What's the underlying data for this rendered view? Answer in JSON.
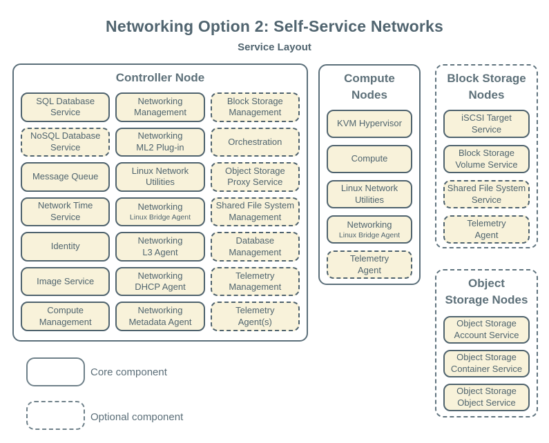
{
  "title": "Networking Option 2: Self-Service Networks",
  "subtitle": "Service Layout",
  "colors": {
    "background": "#ffffff",
    "service_fill": "#f8f2da",
    "service_border": "#4e626d",
    "group_border": "#5a6e79",
    "text": "#4f646e"
  },
  "legend": {
    "core_label": "Core component",
    "optional_label": "Optional component"
  },
  "groups": {
    "controller": {
      "title": "Controller Node",
      "type": "core",
      "services": [
        {
          "label": "SQL Database\nService",
          "type": "core"
        },
        {
          "label": "Networking\nManagement",
          "type": "core"
        },
        {
          "label": "Block Storage\nManagement",
          "type": "optional"
        },
        {
          "label": "NoSQL Database\nService",
          "type": "optional"
        },
        {
          "label": "Networking\nML2 Plug-in",
          "type": "core"
        },
        {
          "label": "Orchestration",
          "type": "optional"
        },
        {
          "label": "Message Queue",
          "type": "core"
        },
        {
          "label": "Linux Network\nUtilities",
          "type": "core"
        },
        {
          "label": "Object Storage\nProxy Service",
          "type": "optional"
        },
        {
          "label": "Network Time\nService",
          "type": "core"
        },
        {
          "label": "Networking",
          "sublabel": "Linux Bridge Agent",
          "type": "core"
        },
        {
          "label": "Shared File System\nManagement",
          "type": "optional"
        },
        {
          "label": "Identity",
          "type": "core"
        },
        {
          "label": "Networking\nL3 Agent",
          "type": "core"
        },
        {
          "label": "Database\nManagement",
          "type": "optional"
        },
        {
          "label": "Image Service",
          "type": "core"
        },
        {
          "label": "Networking\nDHCP Agent",
          "type": "core"
        },
        {
          "label": "Telemetry\nManagement",
          "type": "optional"
        },
        {
          "label": "Compute\nManagement",
          "type": "core"
        },
        {
          "label": "Networking\nMetadata Agent",
          "type": "core"
        },
        {
          "label": "Telemetry\nAgent(s)",
          "type": "optional"
        }
      ]
    },
    "compute": {
      "title": "Compute\nNodes",
      "type": "core",
      "services": [
        {
          "label": "KVM Hypervisor",
          "type": "core"
        },
        {
          "label": "Compute",
          "type": "core"
        },
        {
          "label": "Linux Network\nUtilities",
          "type": "core"
        },
        {
          "label": "Networking",
          "sublabel": "Linux Bridge Agent",
          "type": "core"
        },
        {
          "label": "Telemetry\nAgent",
          "type": "optional"
        }
      ]
    },
    "block_storage": {
      "title": "Block Storage\nNodes",
      "type": "optional",
      "services": [
        {
          "label": "iSCSI Target\nService",
          "type": "core"
        },
        {
          "label": "Block Storage\nVolume Service",
          "type": "core"
        },
        {
          "label": "Shared File System\nService",
          "type": "optional"
        },
        {
          "label": "Telemetry\nAgent",
          "type": "optional"
        }
      ]
    },
    "object_storage": {
      "title": "Object\nStorage Nodes",
      "type": "optional",
      "services": [
        {
          "label": "Object Storage\nAccount Service",
          "type": "core"
        },
        {
          "label": "Object Storage\nContainer Service",
          "type": "core"
        },
        {
          "label": "Object Storage\nObject Service",
          "type": "core"
        }
      ]
    }
  }
}
